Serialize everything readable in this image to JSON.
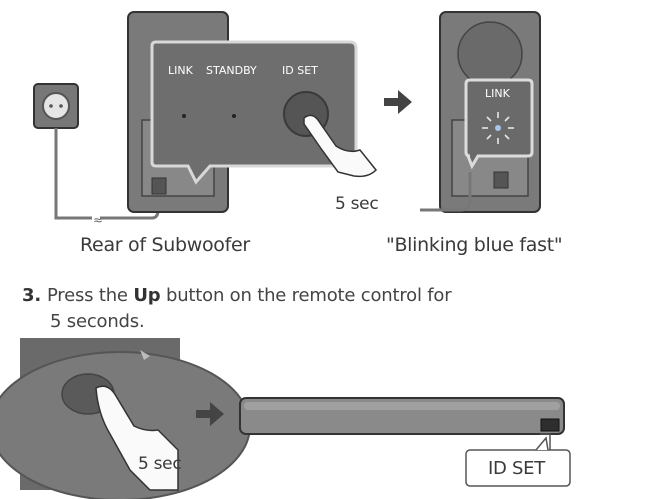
{
  "subwoofer_panel": {
    "labels": [
      "LINK",
      "STANDBY",
      "ID SET"
    ],
    "hold_time": "5 sec",
    "caption": "Rear of Subwoofer"
  },
  "result_panel": {
    "label": "LINK",
    "caption": "\"Blinking blue fast\""
  },
  "step3": {
    "number": "3.",
    "text_before": "Press the",
    "button_name": "Up",
    "text_after": "button on the remote control for",
    "text_line2": "5 seconds."
  },
  "remote": {
    "hold_time": "5 sec"
  },
  "soundbar": {
    "button_label": "ID SET"
  },
  "colors": {
    "panel_dark": "#6f6f6f",
    "panel_light": "#e6e6e6",
    "outline": "#555555",
    "accent_led": "#a8c8e8"
  }
}
